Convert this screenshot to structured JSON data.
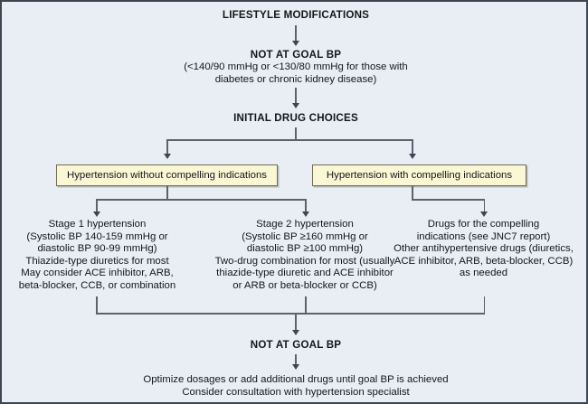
{
  "figure": {
    "title": "Hypertension treatment algorithm flowchart",
    "background_color": "#e9eef5",
    "frame_color": "#3d4650",
    "connector_color": "#5a636d",
    "box_fill_color": "#fbf7d4",
    "box_border_color": "#6f6a52"
  },
  "nodes": {
    "lifestyle": {
      "label": "LIFESTYLE MODIFICATIONS"
    },
    "not_at_goal_1": {
      "heading": "NOT AT GOAL BP",
      "detail": "(<140/90 mmHg or <130/80 mmHg for those with\ndiabetes or chronic kidney disease)"
    },
    "initial_drug_choices": {
      "label": "INITIAL DRUG CHOICES"
    },
    "box_without": {
      "label": "Hypertension without compelling indications"
    },
    "box_with": {
      "label": "Hypertension with compelling indications"
    },
    "stage1": {
      "text": "Stage 1 hypertension\n(Systolic BP 140-159 mmHg or\ndiastolic BP 90-99 mmHg)\nThiazide-type diuretics for most\nMay consider ACE inhibitor, ARB,\nbeta-blocker, CCB, or combination"
    },
    "stage2": {
      "text": "Stage 2 hypertension\n(Systolic BP ≥160 mmHg or\ndiastolic BP ≥100 mmHg)\nTwo-drug combination for most (usually\nthiazide-type diuretic and ACE inhibitor\nor ARB or beta-blocker or CCB)"
    },
    "compelling_drugs": {
      "text": "Drugs for the compelling\nindications (see JNC7 report)\nOther antihypertensive drugs (diuretics,\nACE inhibitor, ARB, beta-blocker, CCB)\nas needed"
    },
    "not_at_goal_2": {
      "heading": "NOT AT GOAL BP"
    },
    "optimize": {
      "text": "Optimize dosages or add additional drugs until goal BP is achieved\nConsider consultation with hypertension specialist"
    }
  }
}
